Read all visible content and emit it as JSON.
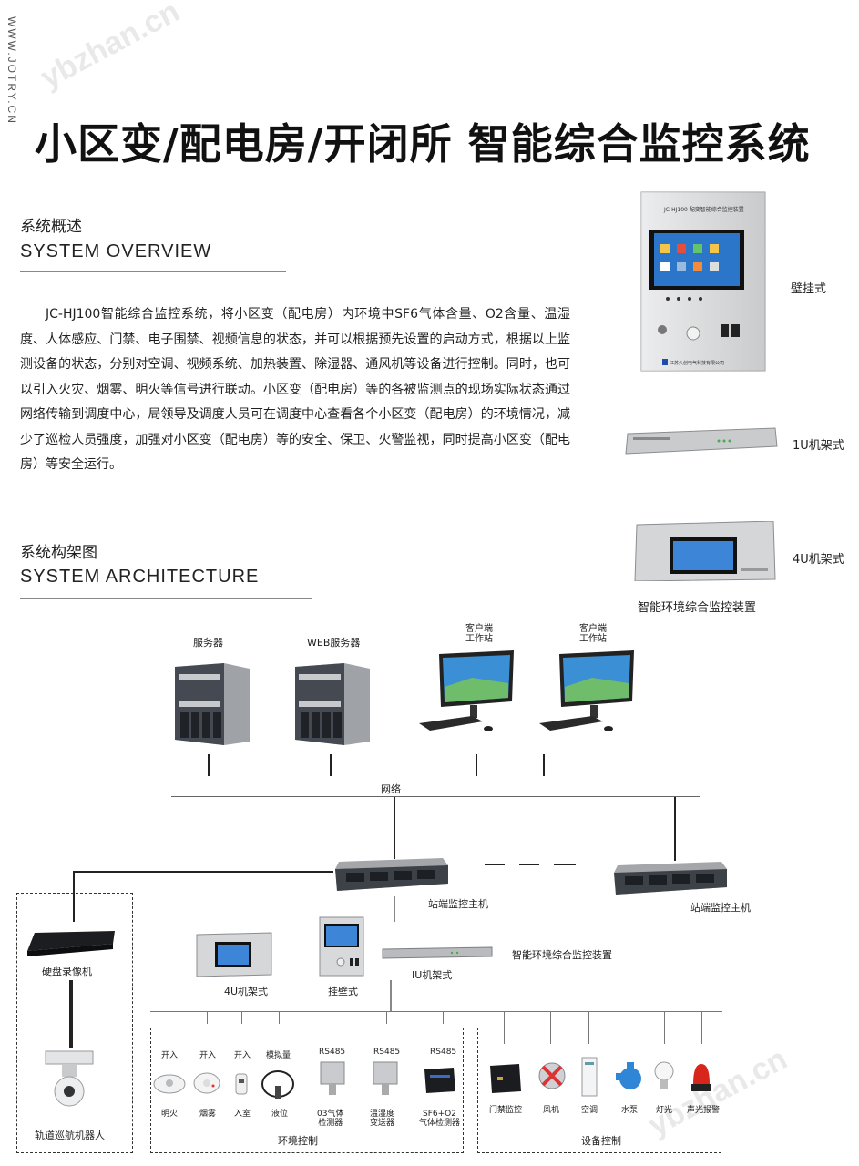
{
  "site_url": "WWW.JOTRY.CN",
  "watermark": "ybzhan.cn",
  "title": "小区变/配电房/开闭所  智能综合监控系统",
  "overview": {
    "title_cn": "系统概述",
    "title_en": "SYSTEM  OVERVIEW",
    "body": "JC-HJ100智能综合监控系统，将小区变（配电房）内环境中SF6气体含量、O2含量、温湿度、人体感应、门禁、电子围禁、视频信息的状态，并可以根据预先设置的启动方式，根据以上监测设备的状态，分别对空调、视频系统、加热装置、除湿器、通风机等设备进行控制。同时，也可以引入火灾、烟雾、明火等信号进行联动。小区变（配电房）等的各被监测点的现场实际状态通过网络传输到调度中心，局领导及调度人员可在调度中心查看各个小区变（配电房）的环境情况，减少了巡检人员强度，加强对小区变（配电房）等的安全、保卫、火警监视，同时提高小区变（配电房）等安全运行。"
  },
  "products": {
    "wall_label": "壁挂式",
    "wall_device_title": "JC-HJ100 配变智能综合监控装置",
    "wall_company": "江苏久创电气科技有限公司",
    "rack1u_label": "1U机架式",
    "rack4u_label": "4U机架式",
    "caption": "智能环境综合监控装置"
  },
  "architecture": {
    "title_cn": "系统构架图",
    "title_en": "SYSTEM  ARCHITECTURE",
    "server": "服务器",
    "web_server": "WEB服务器",
    "client1": "客户端\n工作站",
    "client2": "客户端\n工作站",
    "network": "网络",
    "station_host_1": "站端监控主机",
    "station_host_2": "站端监控主机",
    "nvr": "硬盘录像机",
    "robot": "轨道巡航机器人",
    "unit_4u": "4U机架式",
    "unit_wall": "挂壁式",
    "unit_1u": "IU机架式",
    "device_caption": "智能环境综合监控装置",
    "env_group": "环境控制",
    "dev_group": "设备控制",
    "env_inputs": [
      "开入",
      "开入",
      "开入",
      "模拟量",
      "RS485",
      "RS485",
      "RS485"
    ],
    "env_items": [
      "明火",
      "烟雾",
      "入室",
      "液位",
      "03气体\n检测器",
      "温湿度\n变送器",
      "SF6+O2\n气体检测器"
    ],
    "dev_items": [
      "门禁监控",
      "风机",
      "空调",
      "水泵",
      "灯光",
      "声光报警"
    ]
  }
}
